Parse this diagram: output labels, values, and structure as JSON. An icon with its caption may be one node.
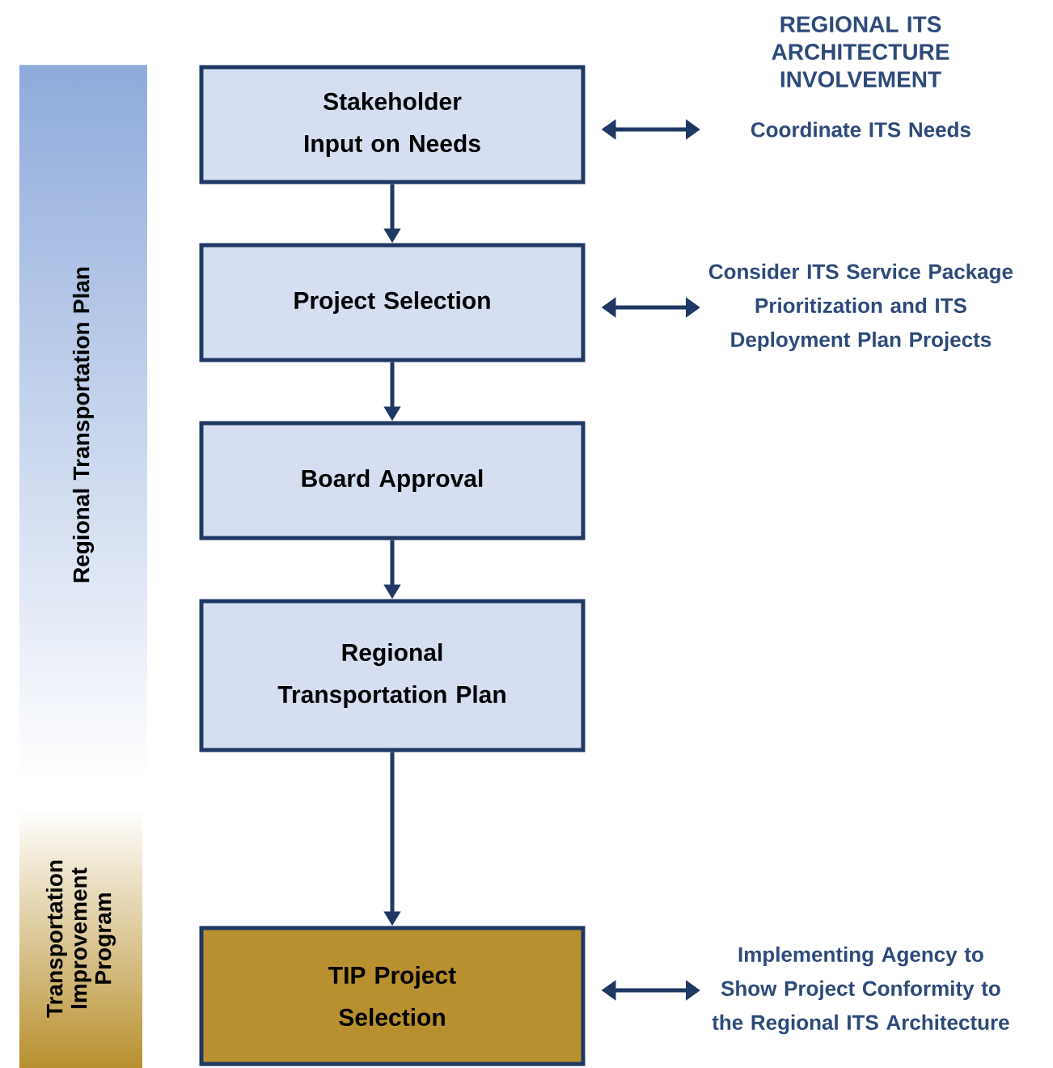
{
  "diagram": {
    "title": "REGIONAL ITS ARCHITECTURE INVOLVEMENT",
    "nodes": [
      {
        "text": [
          "Regional Transportation Plan"
        ]
      },
      {
        "text": [
          "Transportation Improvement Program"
        ]
      },
      {
        "text": [
          "Stakeholder Input on Needs"
        ]
      },
      {
        "text": [
          "Project Selection"
        ]
      },
      {
        "text": [
          "Board Approval"
        ]
      },
      {
        "text": [
          "Regional Transportation Plan"
        ]
      },
      {
        "text": [
          "TIP Project Selection"
        ]
      },
      {
        "text": [
          "Coordinate ITS Needs"
        ]
      },
      {
        "text": [
          "Consider ITS Service Package Prioritization and ITS Deployment Plan Projects"
        ]
      },
      {
        "text": [
          "Implementing Agency to Show Project Conformity to the Regional ITS Architecture"
        ]
      }
    ],
    "edges": [
      {
        "from": 2,
        "to": 3,
        "arrow": "to"
      },
      {
        "from": 3,
        "to": 4,
        "arrow": "to"
      },
      {
        "from": 4,
        "to": 5,
        "arrow": "to"
      },
      {
        "from": 5,
        "to": 6,
        "arrow": "to"
      },
      {
        "from": 2,
        "to": 7,
        "arrow": "both"
      },
      {
        "from": 3,
        "to": 8,
        "arrow": "both"
      },
      {
        "from": 6,
        "to": 9,
        "arrow": "both"
      }
    ]
  }
}
